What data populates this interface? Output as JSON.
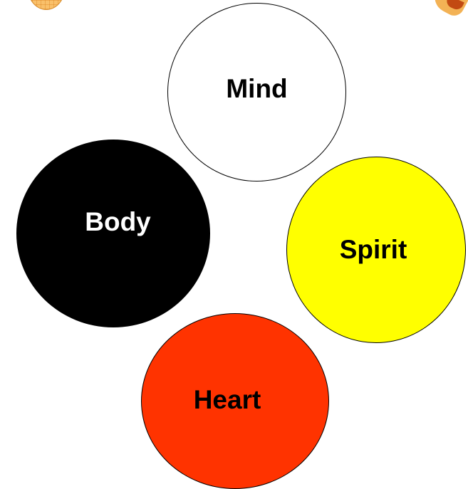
{
  "diagram": {
    "circles": [
      {
        "id": "mind",
        "label": "Mind",
        "fill": "#ffffff",
        "text_color": "#000000"
      },
      {
        "id": "body",
        "label": "Body",
        "fill": "#000000",
        "text_color": "#ffffff"
      },
      {
        "id": "spirit",
        "label": "Spirit",
        "fill": "#ffff00",
        "text_color": "#000000"
      },
      {
        "id": "heart",
        "label": "Heart",
        "fill": "#ff3300",
        "text_color": "#000000"
      }
    ],
    "outline_color": "#000000",
    "decoration_colors": [
      "#f9c06a",
      "#f3b255",
      "#c24a12"
    ]
  }
}
